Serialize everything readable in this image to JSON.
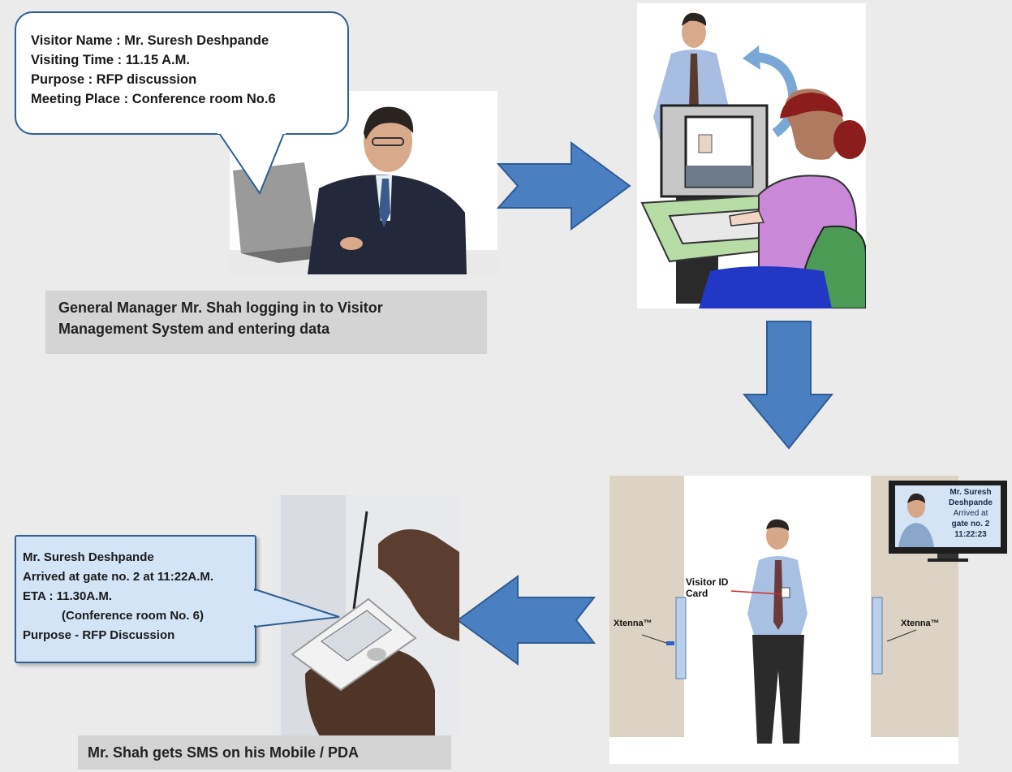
{
  "step1": {
    "bubble_lines": [
      "Visitor Name : Mr. Suresh Deshpande",
      "Visiting Time : 11.15 A.M.",
      "Purpose : RFP discussion",
      "Meeting Place : Conference room No.6"
    ],
    "caption_lines": [
      "General Manager Mr. Shah logging in to Visitor",
      "Management System and entering data"
    ]
  },
  "step3": {
    "id_card_label": [
      "Visitor ID",
      "Card"
    ],
    "reader_left": "Xtenna™",
    "reader_right": "Xtenna™",
    "tv_lines": [
      "Mr. Suresh",
      "Deshpande",
      "Arrived at",
      "gate no. 2",
      "11:22:23"
    ]
  },
  "step4": {
    "sms_lines": [
      "Mr. Suresh Deshpande",
      "Arrived at gate no. 2 at 11:22A.M.",
      "ETA : 11.30A.M.",
      "(Conference room No. 6)",
      "Purpose - RFP Discussion"
    ],
    "caption": "Mr. Shah gets SMS on his Mobile / PDA"
  },
  "colors": {
    "arrow_blue": "#4a7fc1",
    "arrow_border": "#2e5c94",
    "bubble_border": "#2f5f8f",
    "sms_bubble_fill": "#d3e4f6",
    "caption_gray": "#d4d4d4"
  }
}
